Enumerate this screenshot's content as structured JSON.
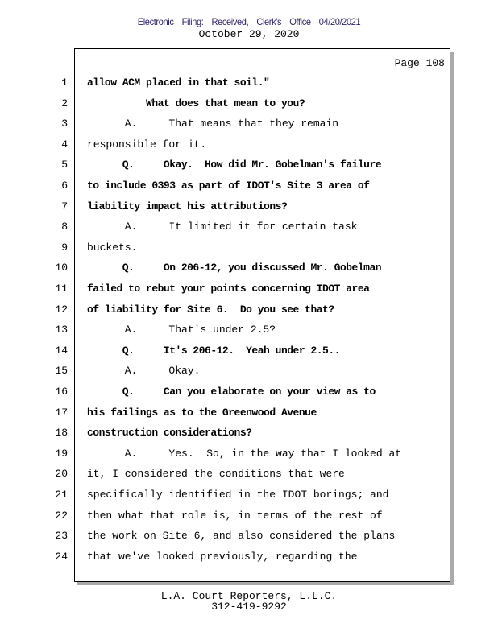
{
  "header": {
    "filing_stamp": "Electronic Filing: Received, Clerk's Office 04/20/2021",
    "date": "October 29, 2020"
  },
  "page_label": "Page 108",
  "lines": [
    {
      "num": "1",
      "text": "allow ACM placed in that soil.\"",
      "bold": true
    },
    {
      "num": "2",
      "text": "          What does that mean to you?",
      "bold": true
    },
    {
      "num": "3",
      "text": "      A.     That means that they remain",
      "bold": false
    },
    {
      "num": "4",
      "text": "responsible for it.",
      "bold": false
    },
    {
      "num": "5",
      "text": "      Q.     Okay.  How did Mr. Gobelman's failure",
      "bold": true
    },
    {
      "num": "6",
      "text": "to include 0393 as part of IDOT's Site 3 area of",
      "bold": true
    },
    {
      "num": "7",
      "text": "liability impact his attributions?",
      "bold": true
    },
    {
      "num": "8",
      "text": "      A.     It limited it for certain task",
      "bold": false
    },
    {
      "num": "9",
      "text": "buckets.",
      "bold": false
    },
    {
      "num": "10",
      "text": "      Q.     On 206-12, you discussed Mr. Gobelman",
      "bold": true
    },
    {
      "num": "11",
      "text": "failed to rebut your points concerning IDOT area",
      "bold": true
    },
    {
      "num": "12",
      "text": "of liability for Site 6.  Do you see that?",
      "bold": true
    },
    {
      "num": "13",
      "text": "      A.     That's under 2.5?",
      "bold": false
    },
    {
      "num": "14",
      "text": "      Q.     It's 206-12.  Yeah under 2.5..",
      "bold": true
    },
    {
      "num": "15",
      "text": "      A.     Okay.",
      "bold": false
    },
    {
      "num": "16",
      "text": "      Q.     Can you elaborate on your view as to",
      "bold": true
    },
    {
      "num": "17",
      "text": "his failings as to the Greenwood Avenue",
      "bold": true
    },
    {
      "num": "18",
      "text": "construction considerations?",
      "bold": true
    },
    {
      "num": "19",
      "text": "      A.     Yes.  So, in the way that I looked at",
      "bold": false
    },
    {
      "num": "20",
      "text": "it, I considered the conditions that were",
      "bold": false
    },
    {
      "num": "21",
      "text": "specifically identified in the IDOT borings; and",
      "bold": false
    },
    {
      "num": "22",
      "text": "then what that role is, in terms of the rest of",
      "bold": false
    },
    {
      "num": "23",
      "text": "the work on Site 6, and also considered the plans",
      "bold": false
    },
    {
      "num": "24",
      "text": "that we've looked previously, regarding the",
      "bold": false
    }
  ],
  "footer": {
    "company": "L.A. Court Reporters, L.L.C.",
    "phone": "312-419-9292"
  }
}
